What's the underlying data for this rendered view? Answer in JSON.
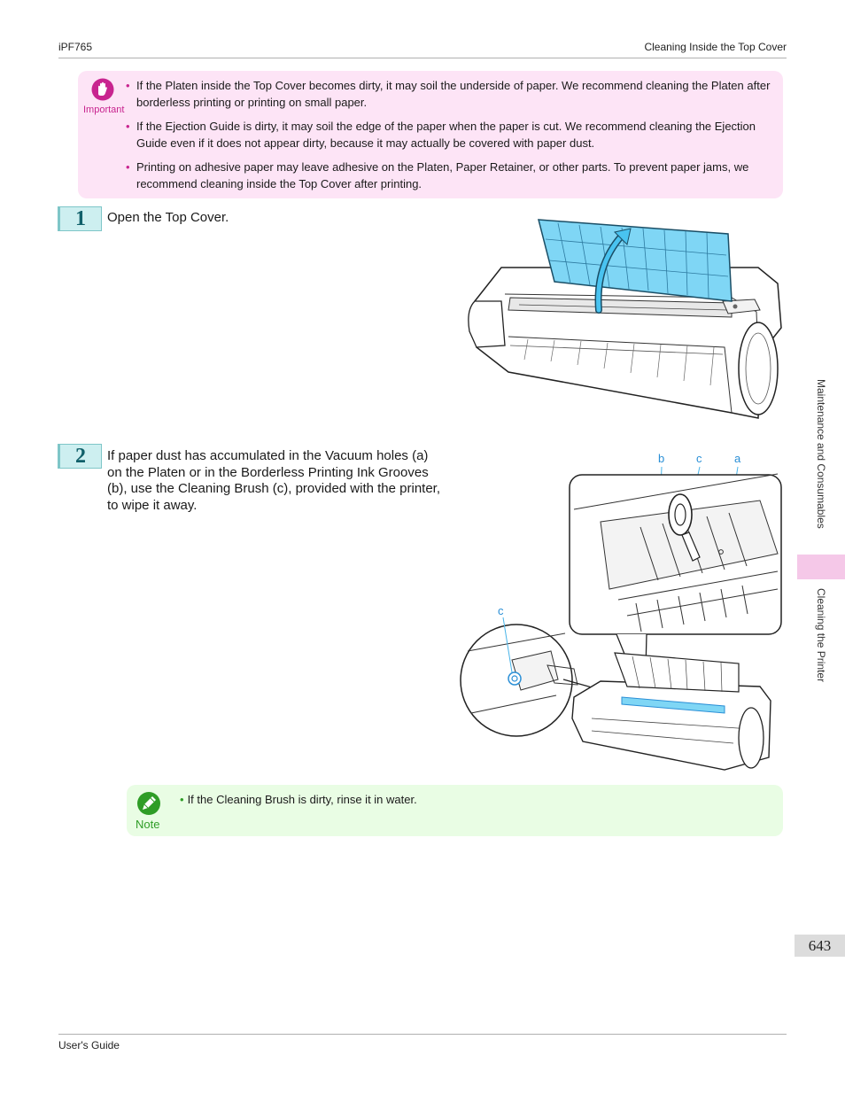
{
  "header": {
    "left": "iPF765",
    "right": "Cleaning Inside the Top Cover"
  },
  "important": {
    "label": "Important",
    "items": [
      "If the Platen inside the Top Cover becomes dirty, it may soil the underside of paper. We recommend cleaning the Platen after borderless printing or printing on small paper.",
      "If the Ejection Guide is dirty, it may soil the edge of the paper when the paper is cut. We recommend cleaning the Ejection Guide even if it does not appear dirty, because it may actually be covered with paper dust.",
      "Printing on adhesive paper may leave adhesive on the Platen, Paper Retainer, or other parts. To prevent paper jams, we recommend cleaning inside the Top Cover after printing."
    ]
  },
  "steps": [
    {
      "number": "1",
      "text": "Open the Top Cover."
    },
    {
      "number": "2",
      "text": "If paper dust has accumulated in the Vacuum holes (a) on the Platen or in the Borderless Printing Ink Grooves (b), use the Cleaning Brush (c), provided with the printer, to wipe it away."
    }
  ],
  "figure2_labels": {
    "b": "b",
    "c_top": "c",
    "a": "a",
    "c_left": "c"
  },
  "note": {
    "label": "Note",
    "text": "If the Cleaning Brush is dirty, rinse it in water."
  },
  "sidebar": {
    "section": "Maintenance and Consumables",
    "subsection": "Cleaning the Printer"
  },
  "page_number": "643",
  "footer": {
    "left": "User's Guide"
  },
  "colors": {
    "important_bg": "#fde4f6",
    "important_accent": "#c8248f",
    "note_bg": "#e9fde4",
    "note_accent": "#2f9d27",
    "step_badge": "#cdeff0",
    "highlight": "#7fd6f5"
  }
}
